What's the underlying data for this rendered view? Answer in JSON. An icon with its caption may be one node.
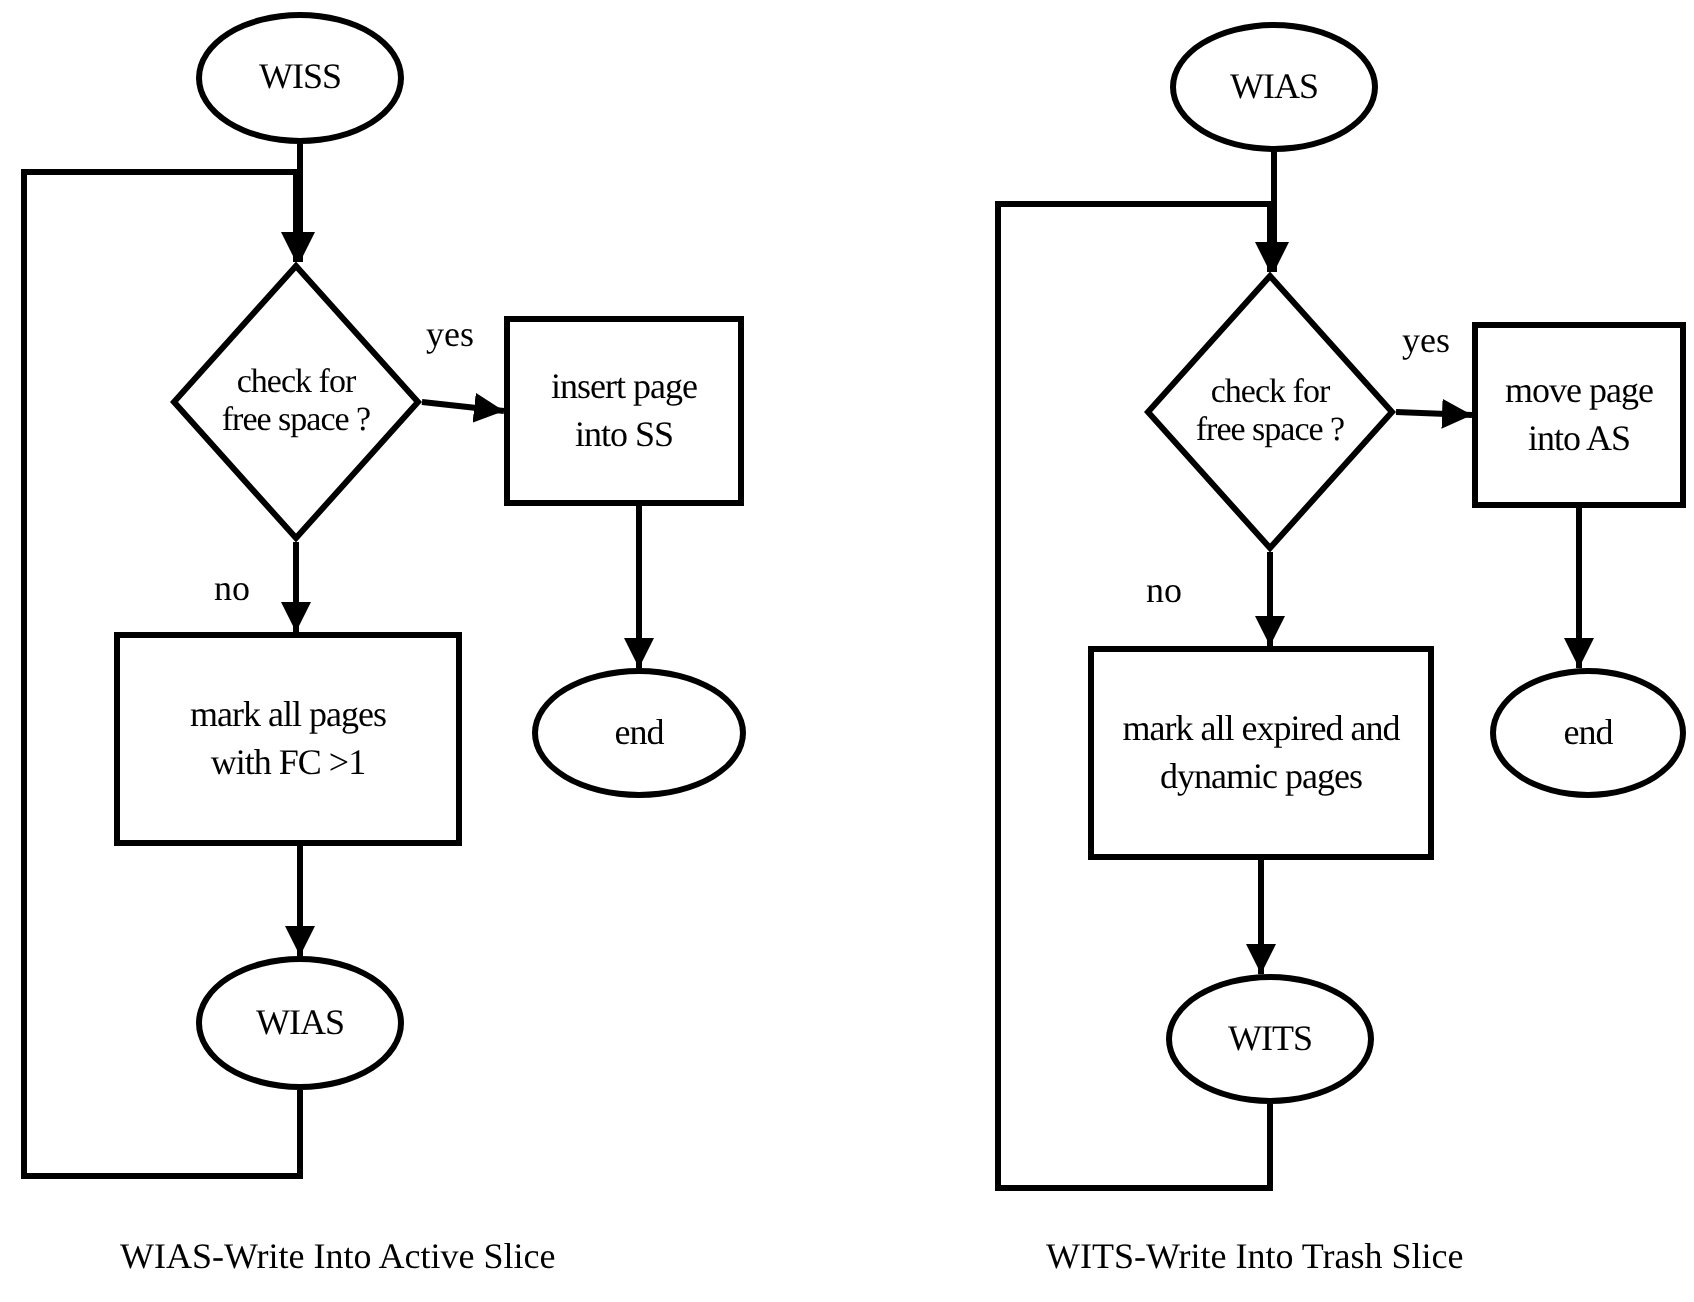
{
  "diagram": {
    "nodes": [
      {
        "text": [
          "WISS"
        ]
      },
      {
        "text": [
          "check for free space ?"
        ]
      },
      {
        "text": [
          "insert page into SS"
        ]
      },
      {
        "text": [
          "end"
        ]
      },
      {
        "text": [
          "mark all pages with FC >1"
        ]
      },
      {
        "text": [
          "WIAS"
        ]
      },
      {
        "text": [
          "WIAS"
        ]
      },
      {
        "text": [
          "check for free space ?"
        ]
      },
      {
        "text": [
          "move page into AS"
        ]
      },
      {
        "text": [
          "end"
        ]
      },
      {
        "text": [
          "mark all expired and dynamic pages"
        ]
      },
      {
        "text": [
          "WITS"
        ]
      }
    ],
    "edges": [
      {
        "from": 0,
        "to": 1,
        "arrow": "to"
      },
      {
        "from": 1,
        "to": 2,
        "arrow": "to",
        "label": "yes"
      },
      {
        "from": 2,
        "to": 3,
        "arrow": "to"
      },
      {
        "from": 1,
        "to": 4,
        "arrow": "to",
        "label": "no"
      },
      {
        "from": 4,
        "to": 5,
        "arrow": "to"
      },
      {
        "from": 5,
        "to": 1,
        "arrow": "to"
      },
      {
        "from": 6,
        "to": 7,
        "arrow": "to"
      },
      {
        "from": 7,
        "to": 8,
        "arrow": "to",
        "label": "yes"
      },
      {
        "from": 8,
        "to": 9,
        "arrow": "to"
      },
      {
        "from": 7,
        "to": 10,
        "arrow": "to",
        "label": "no"
      },
      {
        "from": 10,
        "to": 11,
        "arrow": "to"
      },
      {
        "from": 11,
        "to": 7,
        "arrow": "to"
      }
    ],
    "labels": [
      "WIAS-Write Into Active Slice",
      "WITS-Write Into Trash Slice"
    ]
  }
}
